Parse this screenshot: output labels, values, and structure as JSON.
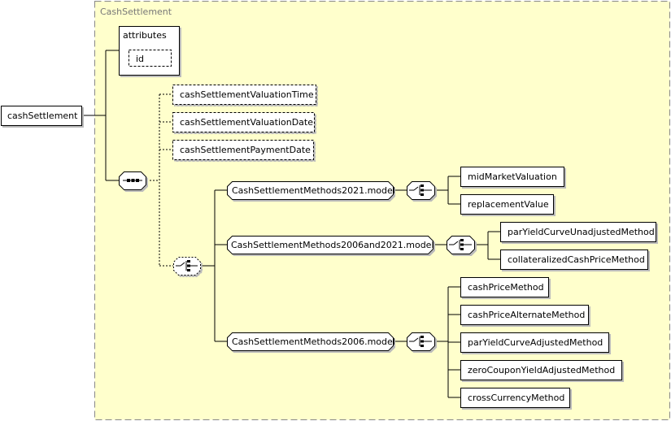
{
  "diagram": {
    "group_title": "CashSettlement",
    "root": "cashSettlement",
    "attributes": {
      "label": "attributes",
      "items": [
        "id"
      ]
    },
    "optional_elements": [
      "cashSettlementValuationTime",
      "cashSettlementValuationDate",
      "cashSettlementPaymentDate"
    ],
    "models": [
      {
        "name": "CashSettlementMethods2021.model",
        "children": [
          "midMarketValuation",
          "replacementValue"
        ]
      },
      {
        "name": "CashSettlementMethods2006and2021.model",
        "children": [
          "parYieldCurveUnadjustedMethod",
          "collateralizedCashPriceMethod"
        ]
      },
      {
        "name": "CashSettlementMethods2006.model",
        "children": [
          "cashPriceMethod",
          "cashPriceAlternateMethod",
          "parYieldCurveAdjustedMethod",
          "zeroCouponYieldAdjustedMethod",
          "crossCurrencyMethod"
        ]
      }
    ],
    "colors": {
      "group_fill": "#ffffcc",
      "border": "#000000",
      "group_border": "#888888",
      "title": "#777777"
    }
  }
}
